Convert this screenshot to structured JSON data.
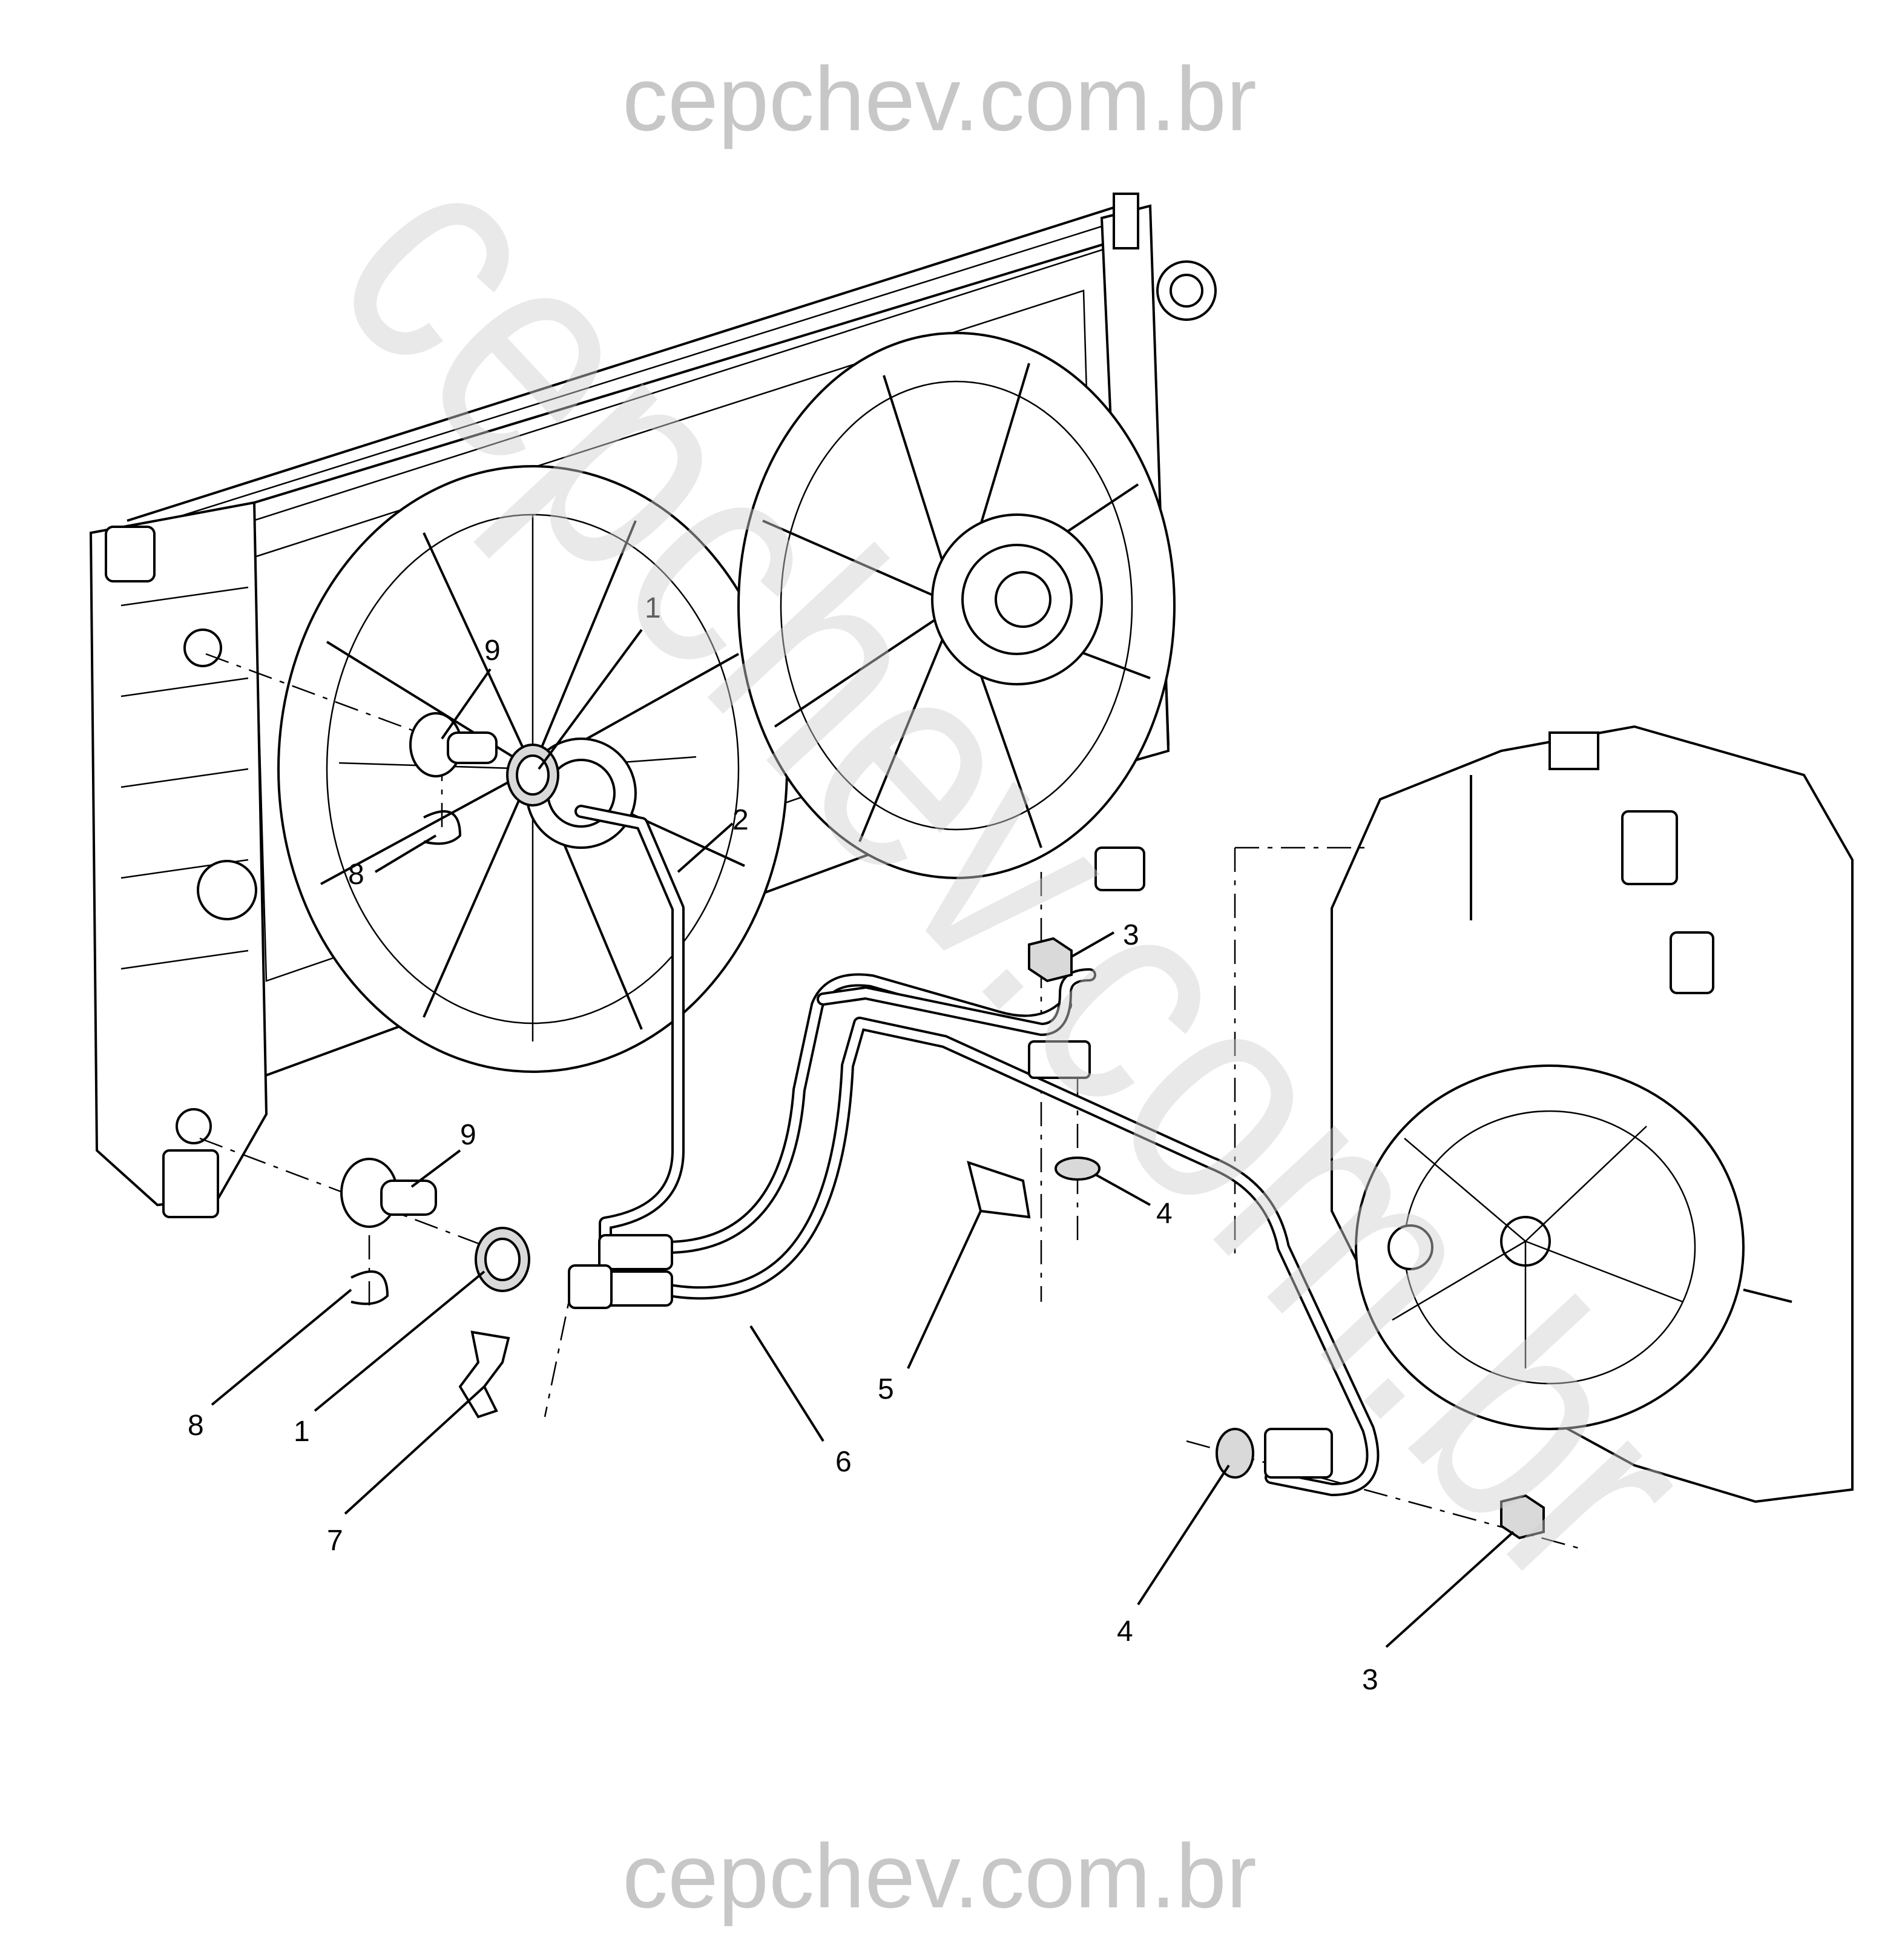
{
  "watermark": {
    "top": "cepchev.com.br",
    "bottom": "cepchev.com.br",
    "diagonal": "cepchev.com.br"
  },
  "callouts": [
    "1",
    "2",
    "3",
    "4",
    "5",
    "6",
    "7",
    "8",
    "9"
  ],
  "colors": {
    "line": "#000000",
    "background": "#ffffff",
    "watermark": "#bdbdbd"
  }
}
